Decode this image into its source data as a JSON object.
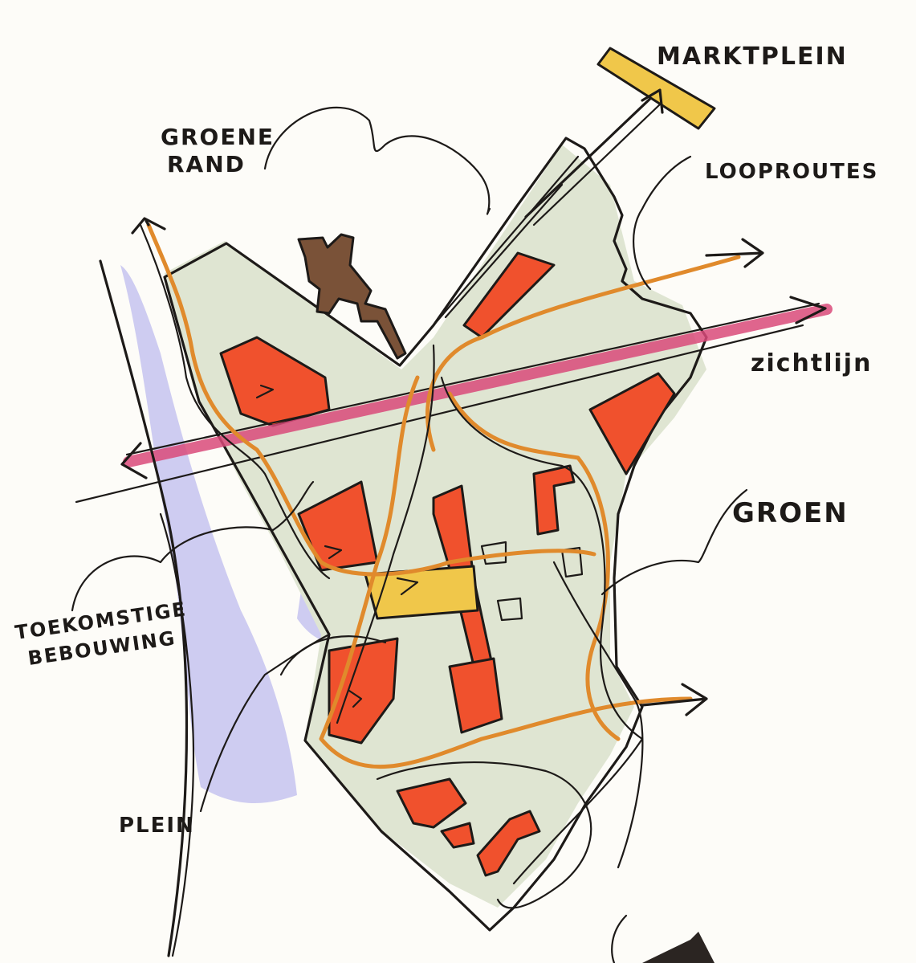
{
  "labels": {
    "marktplein": "MARKTPLEIN",
    "groene_rand_line1": "GROENE",
    "groene_rand_line2": "RAND",
    "looproutes": "LOOPROUTES",
    "zichtlijn": "zichtlijn",
    "groen": "GROEN",
    "toekomstige_line1": "TOEKOMSTIGE",
    "toekomstige_line2": "BEBOUWING",
    "plein": "PLEIN"
  },
  "colors": {
    "ink": "#1d1a18",
    "building_red": "#f0512d",
    "square_yellow": "#f0c74a",
    "green_area": "#dfe5d2",
    "blue_area": "#c9c6ef",
    "route_orange": "#e08a2c",
    "sightline_pink": "#d94a7a",
    "brown_structure": "#7a5238"
  }
}
